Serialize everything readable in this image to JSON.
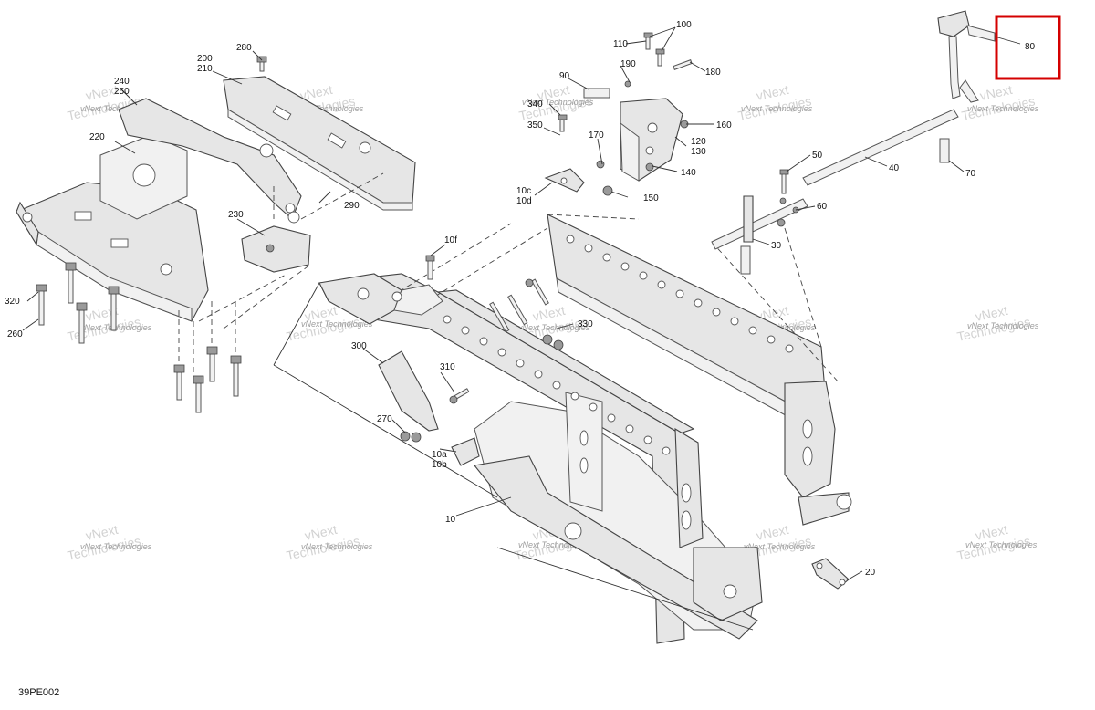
{
  "diagram_code": "39PE002",
  "watermark": {
    "brand": "vNext",
    "company": "Technologies",
    "small": "vNext Technologies"
  },
  "callouts": {
    "c10": "10",
    "c10a": "10a",
    "c10b": "10b",
    "c10c": "10c",
    "c10d": "10d",
    "c10f": "10f",
    "c20": "20",
    "c30": "30",
    "c40": "40",
    "c50": "50",
    "c60": "60",
    "c70": "70",
    "c80": "80",
    "c90": "90",
    "c100": "100",
    "c110": "110",
    "c120": "120",
    "c130": "130",
    "c140": "140",
    "c150": "150",
    "c160": "160",
    "c170": "170",
    "c180": "180",
    "c190": "190",
    "c200": "200",
    "c210": "210",
    "c220": "220",
    "c230": "230",
    "c240": "240",
    "c250": "250",
    "c260": "260",
    "c270": "270",
    "c280": "280",
    "c290": "290",
    "c300": "300",
    "c310": "310",
    "c320": "320",
    "c330": "330",
    "c340": "340",
    "c350": "350"
  },
  "highlighted_callout": "80",
  "colors": {
    "highlight": "#d40000",
    "line": "#444444",
    "part_fill": "#e6e6e6"
  }
}
